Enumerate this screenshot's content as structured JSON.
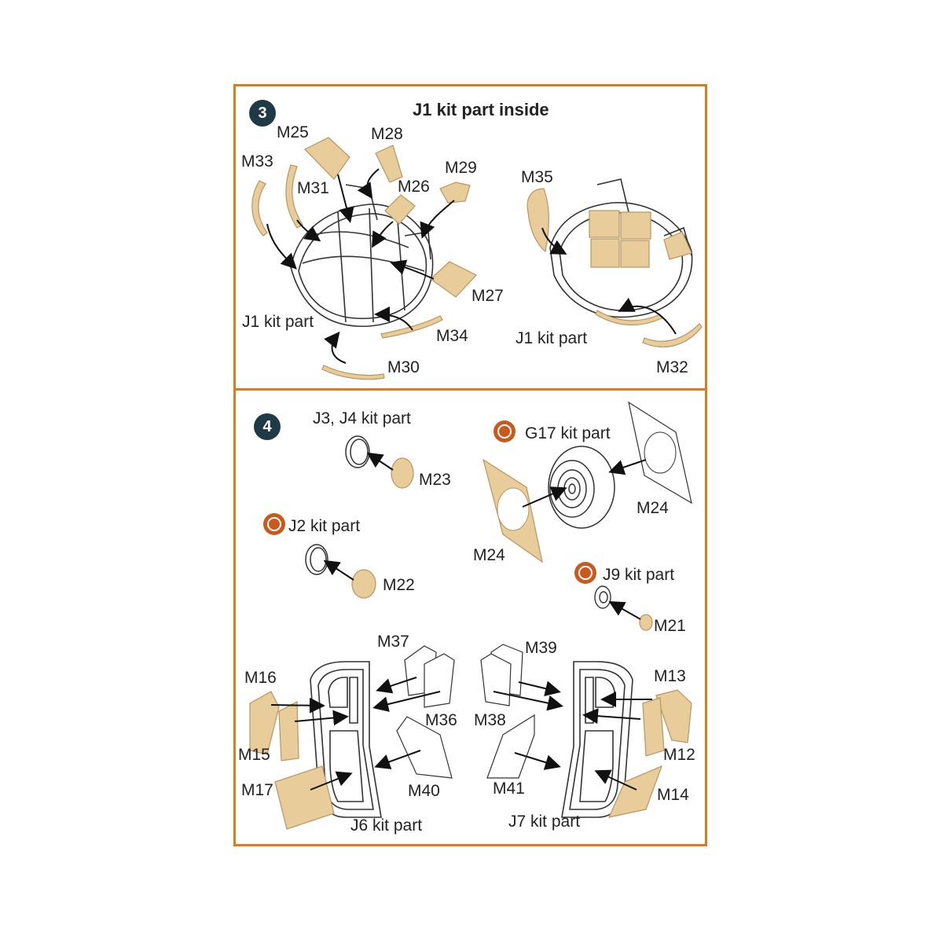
{
  "colors": {
    "frame": "#e07a1f",
    "mask_fill": "#e8cc9a",
    "mask_stroke": "#b89560",
    "step_badge": "#1f3a47",
    "kit_icon": "#c85a1e"
  },
  "step3": {
    "number": "3",
    "title": "J1 kit part inside",
    "labels": {
      "m25": "M25",
      "m28": "M28",
      "m33": "M33",
      "m29": "M29",
      "m31": "M31",
      "m26": "M26",
      "m35": "M35",
      "m27": "M27",
      "j1_left": "J1 kit part",
      "m34": "M34",
      "m30": "M30",
      "j1_right": "J1 kit part",
      "m32": "M32"
    }
  },
  "step4": {
    "number": "4",
    "labels": {
      "j3j4": "J3, J4 kit part",
      "m23": "M23",
      "g17": "G17 kit part",
      "m24_right": "M24",
      "j2": "J2 kit part",
      "m22": "M22",
      "m24_left": "M24",
      "j9": "J9 kit part",
      "m21": "M21",
      "m37": "M37",
      "m39": "M39",
      "m16": "M16",
      "m13": "M13",
      "m36": "M36",
      "m38": "M38",
      "m15": "M15",
      "m12": "M12",
      "m17": "M17",
      "m40": "M40",
      "m41": "M41",
      "m14": "M14",
      "j6": "J6 kit part",
      "j7": "J7 kit part"
    }
  },
  "icons": [
    "kit-part-icon",
    "arrow-icon"
  ]
}
